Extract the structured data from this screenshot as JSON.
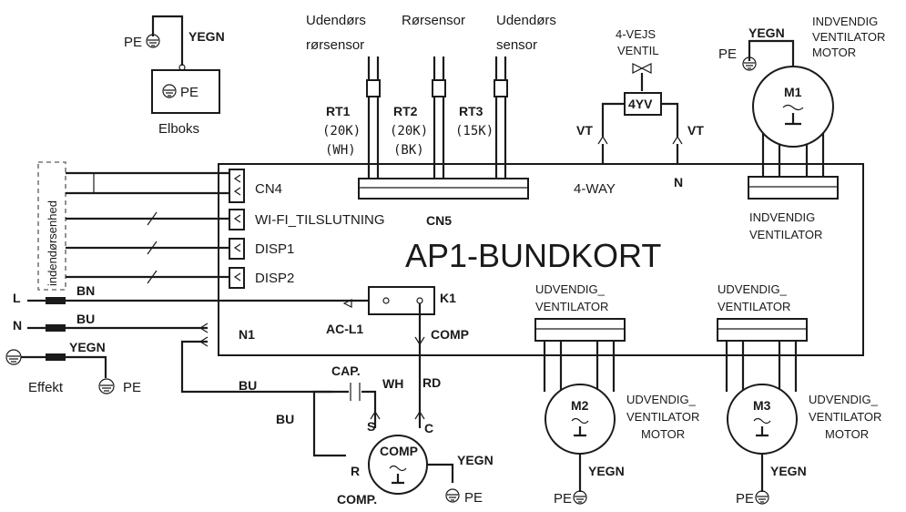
{
  "main_board": "AP1-BUNDKORT",
  "elbox": {
    "label": "Elboks",
    "pe_top": "PE",
    "yegn": "YEGN",
    "pe_inner": "PE"
  },
  "indoor_unit_label": "indendørsenhed",
  "connectors": {
    "cn4": "CN4",
    "wifi": "WI-FI_TILSLUTNING",
    "disp1": "DISP1",
    "disp2": "DISP2",
    "cn5": "CN5",
    "n1": "N1",
    "k1": "K1"
  },
  "sensors": {
    "outdoor_pipe": {
      "line1": "Udendørs",
      "line2": "rørsensor",
      "id": "RT1",
      "value": "(20K)",
      "color": "(WH)"
    },
    "pipe": {
      "line1": "Rørsensor",
      "id": "RT2",
      "value": "(20K)",
      "color": "(BK)"
    },
    "outdoor": {
      "line1": "Udendørs",
      "line2": "sensor",
      "id": "RT3",
      "value": "(15K)"
    }
  },
  "valve": {
    "line1": "4-VEJS",
    "line2": "VENTIL",
    "code": "4YV",
    "vt_left": "VT",
    "vt_right": "VT",
    "n": "N",
    "board_label": "4-WAY"
  },
  "indoor_fan": {
    "motor_line1": "INDVENDIG",
    "motor_line2": "VENTILATOR",
    "motor_line3": "MOTOR",
    "m": "M1",
    "yegn": "YEGN",
    "pe": "PE",
    "board_line1": "INDVENDIG",
    "board_line2": "VENTILATOR"
  },
  "outdoor_fan_1": {
    "board_line1": "UDVENDIG_",
    "board_line2": "VENTILATOR",
    "motor_line1": "UDVENDIG_",
    "motor_line2": "VENTILATOR",
    "motor_line3": "MOTOR",
    "m": "M2",
    "yegn": "YEGN",
    "pe": "PE"
  },
  "outdoor_fan_2": {
    "board_line1": "UDVENDIG_",
    "board_line2": "VENTILATOR",
    "motor_line1": "UDVENDIG_",
    "motor_line2": "VENTILATOR",
    "motor_line3": "MOTOR",
    "m": "M3",
    "yegn": "YEGN",
    "pe": "PE"
  },
  "power": {
    "l": "L",
    "n": "N",
    "bn": "BN",
    "bu": "BU",
    "yegn": "YEGN",
    "label": "Effekt",
    "pe": "PE"
  },
  "relay": {
    "acl1": "AC-L1",
    "comp": "COMP"
  },
  "compressor": {
    "cap": "CAP.",
    "wh": "WH",
    "rd": "RD",
    "bu_top": "BU",
    "bu_left": "BU",
    "s": "S",
    "c": "C",
    "r": "R",
    "label": "COMP",
    "comp_label": "COMP.",
    "yegn": "YEGN",
    "pe": "PE"
  }
}
